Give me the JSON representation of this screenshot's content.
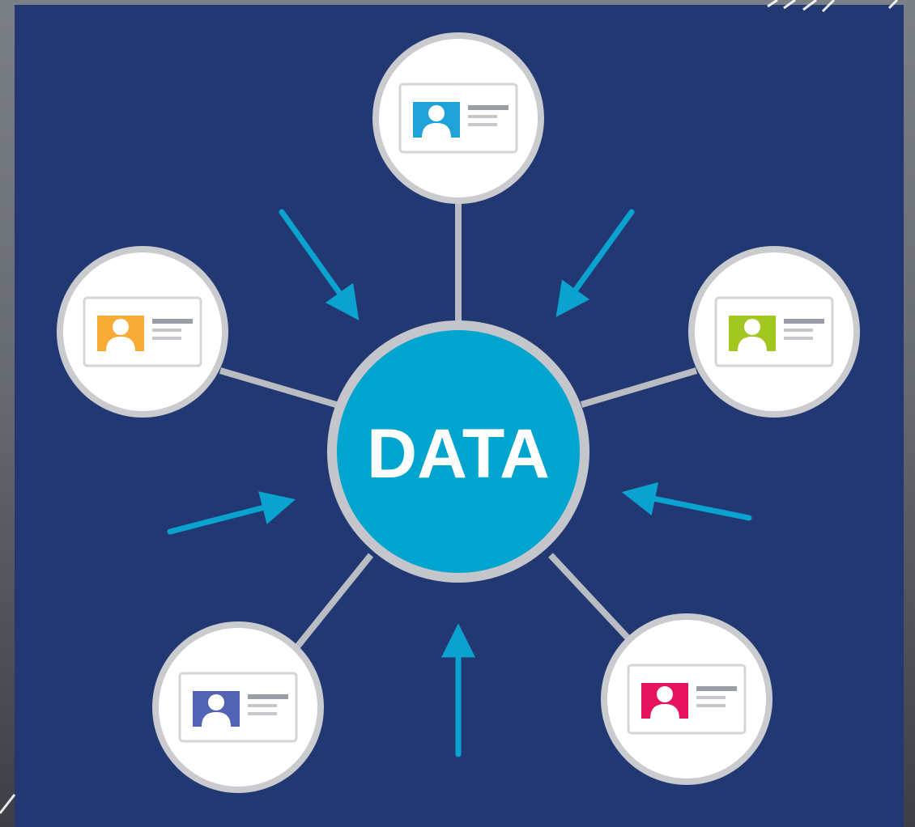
{
  "center": {
    "label": "DATA",
    "fill_color": "#00a5cf",
    "ring_color": "#c4c6cb"
  },
  "background": {
    "panel_color": "#223873",
    "frame_color": "#676b72"
  },
  "connector_color": "#b9bcc2",
  "arrow_color": "#0aa3cf",
  "profile_nodes": [
    {
      "id": "top",
      "icon": "user-profile-card-icon",
      "avatar_color": "#1ea2d8"
    },
    {
      "id": "left",
      "icon": "user-profile-card-icon",
      "avatar_color": "#f7ab34"
    },
    {
      "id": "right",
      "icon": "user-profile-card-icon",
      "avatar_color": "#a2c720"
    },
    {
      "id": "bottom-left",
      "icon": "user-profile-card-icon",
      "avatar_color": "#5263b5"
    },
    {
      "id": "bottom-right",
      "icon": "user-profile-card-icon",
      "avatar_color": "#e8135f"
    }
  ]
}
